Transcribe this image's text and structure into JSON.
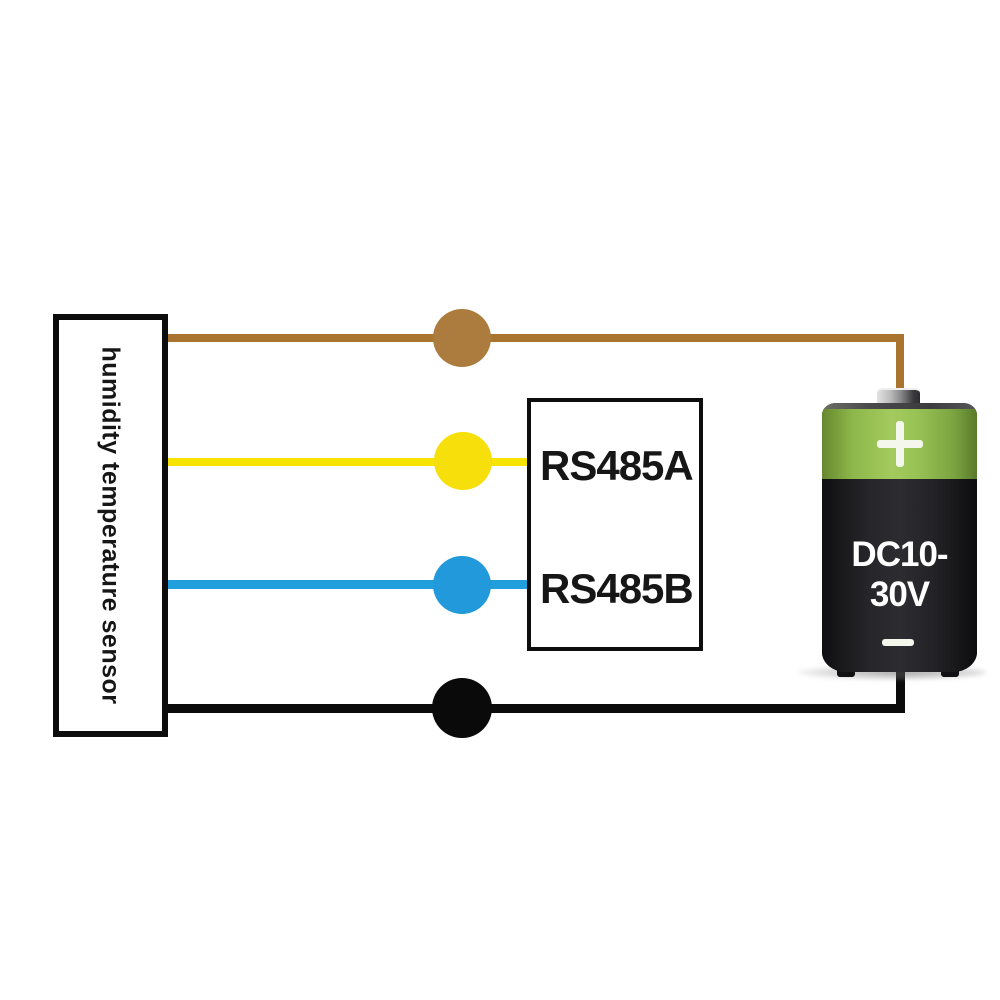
{
  "sensor_box": {
    "label": "humidity temperature sensor"
  },
  "rs485_box": {
    "port_a_label": "RS485A",
    "port_b_label": "RS485B"
  },
  "battery": {
    "voltage_label": "DC10-30V",
    "positive_symbol": "+",
    "negative_symbol": "−",
    "top_color": "#8FB74A",
    "body_color": "#1E1E20"
  },
  "wires": [
    {
      "name": "power-positive-wire",
      "color": "#A9752E",
      "connects": "sensor to battery +"
    },
    {
      "name": "rs485-a-wire",
      "color": "#F7E300",
      "connects": "sensor to RS485A"
    },
    {
      "name": "rs485-b-wire",
      "color": "#219FDD",
      "connects": "sensor to RS485B"
    },
    {
      "name": "ground-wire",
      "color": "#0B0B0B",
      "connects": "sensor to battery −"
    }
  ]
}
